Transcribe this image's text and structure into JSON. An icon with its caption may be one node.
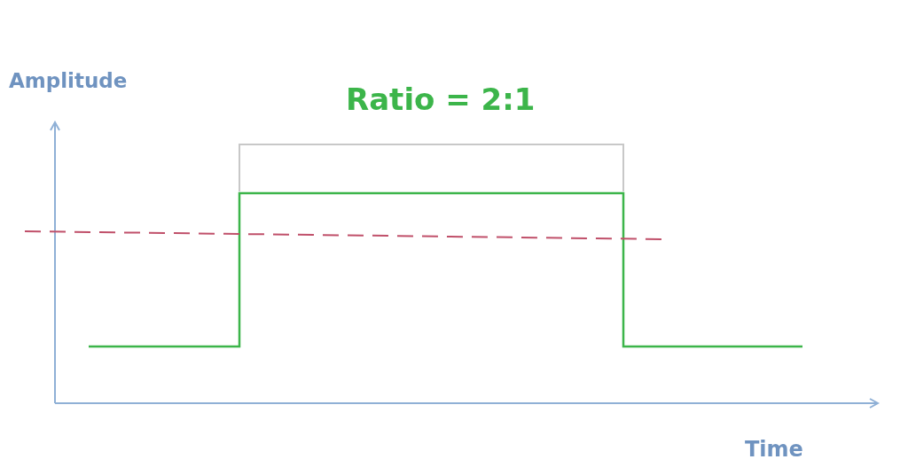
{
  "diagram": {
    "labels": [
      "Amplitude",
      "Ratio = 2:1",
      "Time"
    ]
  }
}
